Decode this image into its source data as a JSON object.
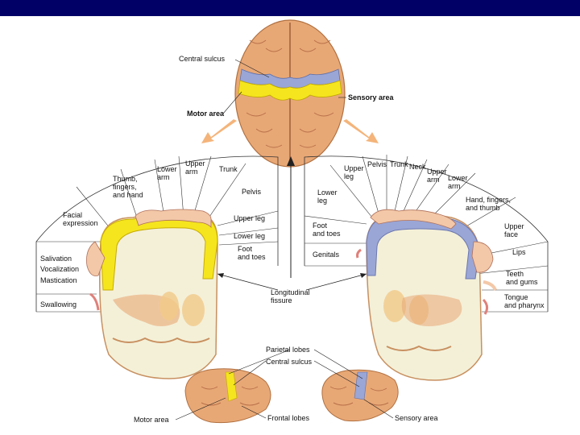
{
  "colors": {
    "title_bar": "#000066",
    "motor_strip": "#f5e51e",
    "sensory_strip": "#9aa6d6",
    "brain_cortex": "#e8a876",
    "white_matter": "#f4f0d8",
    "arrow": "#f4b47a"
  },
  "top_brain": {
    "central_sulcus": "Central sulcus",
    "sensory_area": "Sensory area",
    "motor_area": "Motor area"
  },
  "motor_homunculus": {
    "regions": [
      "Facial\nexpression",
      "Thumb,\nfingers,\nand hand",
      "Lower\narm",
      "Upper\narm",
      "Trunk",
      "Pelvis",
      "Upper leg",
      "Lower leg",
      "Foot\nand toes"
    ],
    "left_labels": [
      "Salivation",
      "Vocalization",
      "Mastication"
    ],
    "swallowing": "Swallowing"
  },
  "sensory_homunculus": {
    "regions": [
      "Lower\nleg",
      "Upper\nleg",
      "Pelvis",
      "Trunk",
      "Neck",
      "Upper\narm",
      "Lower\narm",
      "Hand, fingers,\nand thumb",
      "Upper\nface",
      "Lips",
      "Teeth\nand gums",
      "Tongue\nand pharynx",
      "Foot\nand toes",
      "Genitals"
    ]
  },
  "center": {
    "longitudinal_fissure": "Longitudinal\nfissure"
  },
  "bottom": {
    "parietal_lobes": "Parietal lobes",
    "central_sulcus": "Central sulcus",
    "motor_area": "Motor area",
    "frontal_lobes": "Frontal lobes",
    "sensory_area": "Sensory area"
  }
}
